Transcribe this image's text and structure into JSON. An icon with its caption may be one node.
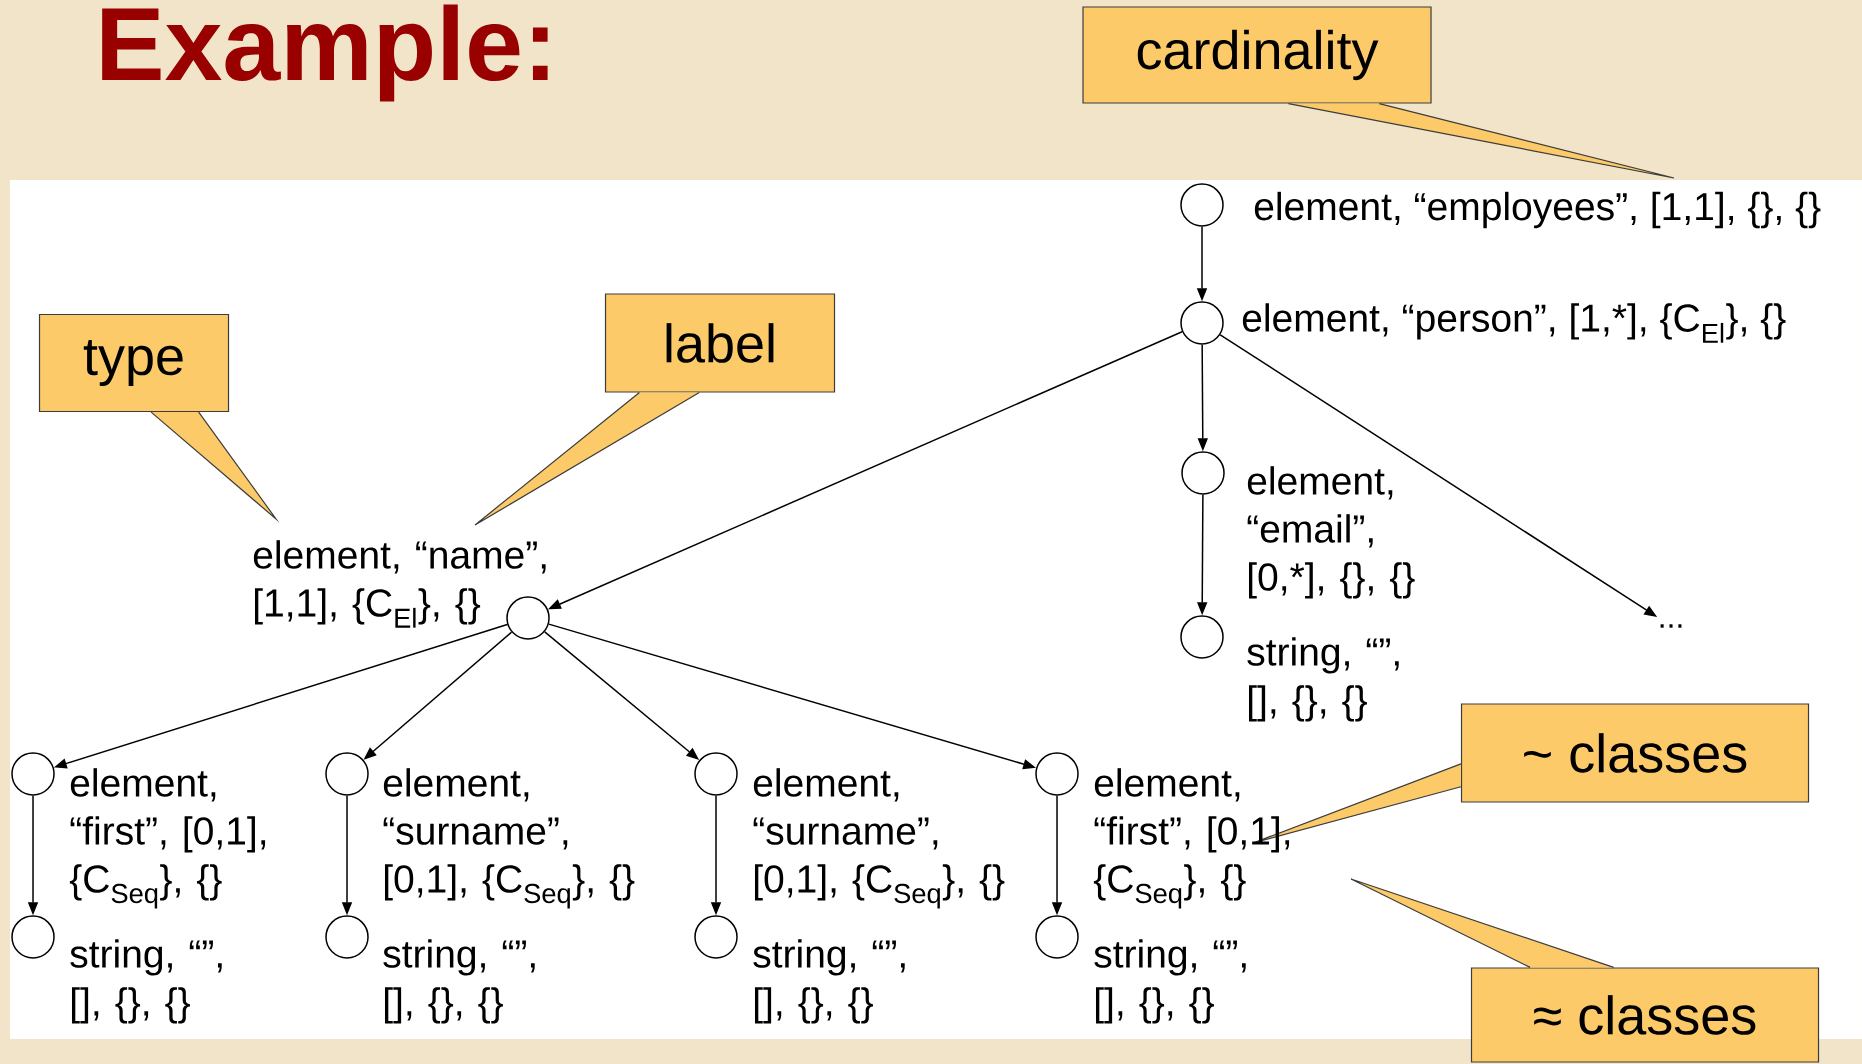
{
  "diagram": {
    "title": "Example:",
    "nodes": [
      {
        "text": [
          "cardinality"
        ]
      },
      {
        "text": [],
        "shape": "circle",
        "beside": [
          "element, “employees”, [1,1], {}, {}"
        ]
      },
      {
        "text": [],
        "shape": "circle",
        "beside": [
          "element, “person”, [1,*], {C$_{El}$}, {}"
        ]
      },
      {
        "text": [
          "type"
        ]
      },
      {
        "text": [
          "label"
        ]
      },
      {
        "text": [],
        "shape": "circle",
        "beside": [
          "element, “name”, [1,1], {C$_{El}$}, {}"
        ]
      },
      {
        "text": [],
        "shape": "circle",
        "beside": [
          "element, “email”, [0,*], {}, {}"
        ]
      },
      {
        "text": [
          "..."
        ]
      },
      {
        "text": [],
        "shape": "circle",
        "beside": [
          "string, “”, [], {}, {}"
        ]
      },
      {
        "text": [
          "~ classes"
        ]
      },
      {
        "text": [],
        "shape": "circle",
        "beside": [
          "element, “first”, [0,1], {C$_{Seq}$}, {}"
        ]
      },
      {
        "text": [],
        "shape": "circle",
        "beside": [
          "element, “surname”, [0,1], {C$_{Seq}$}, {}"
        ]
      },
      {
        "text": [],
        "shape": "circle",
        "beside": [
          "element, “surname”, [0,1], {C$_{Seq}$}, {}"
        ]
      },
      {
        "text": [],
        "shape": "circle",
        "beside": [
          "element, “first”, [0,1], {C$_{Seq}$}, {}"
        ]
      },
      {
        "text": [],
        "shape": "circle",
        "beside": [
          "string, “”, [], {}, {}"
        ]
      },
      {
        "text": [],
        "shape": "circle",
        "beside": [
          "string, “”, [], {}, {}"
        ]
      },
      {
        "text": [],
        "shape": "circle",
        "beside": [
          "string, “”, [], {}, {}"
        ]
      },
      {
        "text": [],
        "shape": "circle",
        "beside": [
          "string, “”, [], {}, {}"
        ]
      },
      {
        "text": [
          "≈ classes"
        ]
      }
    ],
    "edges": [
      {
        "from": 1,
        "to": 2,
        "arrow": "to"
      },
      {
        "from": 2,
        "to": 5,
        "arrow": "to"
      },
      {
        "from": 2,
        "to": 6,
        "arrow": "to"
      },
      {
        "from": 2,
        "to": 7,
        "arrow": "to"
      },
      {
        "from": 6,
        "to": 8,
        "arrow": "to"
      },
      {
        "from": 5,
        "to": 10,
        "arrow": "to"
      },
      {
        "from": 5,
        "to": 11,
        "arrow": "to"
      },
      {
        "from": 5,
        "to": 12,
        "arrow": "to"
      },
      {
        "from": 5,
        "to": 13,
        "arrow": "to"
      },
      {
        "from": 10,
        "to": 14,
        "arrow": "to"
      },
      {
        "from": 11,
        "to": 15,
        "arrow": "to"
      },
      {
        "from": 12,
        "to": 16,
        "arrow": "to"
      },
      {
        "from": 13,
        "to": 17,
        "arrow": "to"
      }
    ]
  }
}
